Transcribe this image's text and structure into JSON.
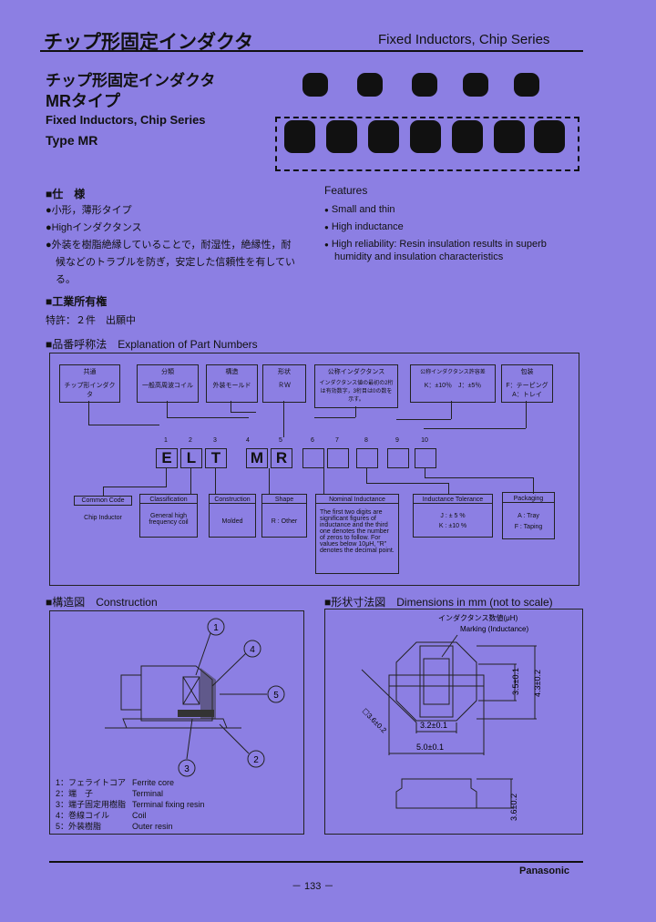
{
  "header": {
    "title_jp": "チップ形固定インダクタ",
    "title_en": "Fixed Inductors, Chip Series"
  },
  "product": {
    "name_jp": "チップ形固定インダクタ",
    "type_jp": "MRタイプ",
    "name_en": "Fixed Inductors, Chip Series",
    "type_en": "Type MR"
  },
  "spec_jp": {
    "heading": "■仕　様",
    "items": [
      "●小形，薄形タイプ",
      "●Highインダクタンス",
      "●外装を樹脂絶縁していることで，耐湿性，絶縁性，耐",
      "　候などのトラブルを防ぎ，安定した信頼性を有してい",
      "　る。"
    ]
  },
  "features": {
    "heading": "Features",
    "items": [
      "Small and thin",
      "High inductance",
      "High reliability: Resin insulation results in superb",
      "humidity and insulation characteristics"
    ]
  },
  "patent": {
    "heading": "■工業所有権",
    "text": "特許：２件　出願中"
  },
  "partnum": {
    "heading": "■品番呼称法　Explanation of Part Numbers",
    "top_labels": [
      "共通",
      "分類",
      "構造",
      "形状",
      "公称インダクタンス",
      "公称インダクタンス許容差",
      "包装"
    ],
    "top_values": [
      "チップ形インダクタ",
      "一般高周波コイル",
      "外装モールド",
      "ＲＷ",
      "インダクタンス値の最初の2桁は有効数字，3桁目は0の数を示す。",
      "K：±10％　J：±5％",
      "F：テーピング　A：トレイ"
    ],
    "digits": [
      "1",
      "2",
      "3",
      "4",
      "5",
      "6",
      "7",
      "8",
      "9",
      "10"
    ],
    "letters": [
      "E",
      "L",
      "T",
      "M",
      "R",
      "",
      "",
      "",
      "",
      ""
    ],
    "common_code": {
      "title": "Common Code",
      "value": "Chip Inductor"
    },
    "classification": {
      "title": "Classification",
      "value": "General high frequency coil"
    },
    "construction": {
      "title": "Construction",
      "value": "Molded"
    },
    "shape": {
      "title": "Shape",
      "value": "R : Other"
    },
    "nominal": {
      "title": "Nominal Inductance",
      "value": "The first two digits are significant figures of inductance and the third one denotes the number of zeros to follow. For values below 10μH, \"R\" denotes the decimal point."
    },
    "tolerance": {
      "title": "Inductance Tolerance",
      "j": "J : ± 5 %",
      "k": "K : ±10 %"
    },
    "packaging": {
      "title": "Packaging",
      "a": "A : Tray",
      "f": "F : Taping"
    }
  },
  "construction": {
    "heading": "■構造図　Construction",
    "callouts": [
      "1",
      "2",
      "3",
      "4",
      "5"
    ],
    "legend_jp": [
      "1：フェライトコア",
      "2：端　子",
      "3：端子固定用樹脂",
      "4：巻線コイル",
      "5：外装樹脂"
    ],
    "legend_en": [
      "Ferrite core",
      "Terminal",
      "Terminal fixing resin",
      "Coil",
      "Outer resin"
    ]
  },
  "dimensions": {
    "heading": "■形状寸法図　Dimensions in mm (not to scale)",
    "marking_jp": "インダクタンス数値(μH)",
    "marking_en": "Marking (Inductance)",
    "dims": [
      "3.5±0.1",
      "4.3±0.2",
      "3.2±0.1",
      "5.0±0.1",
      "3.6±0.2",
      "☐3.6±0.2"
    ]
  },
  "footer": {
    "page": "－ 133 －",
    "brand": "Panasonic"
  }
}
